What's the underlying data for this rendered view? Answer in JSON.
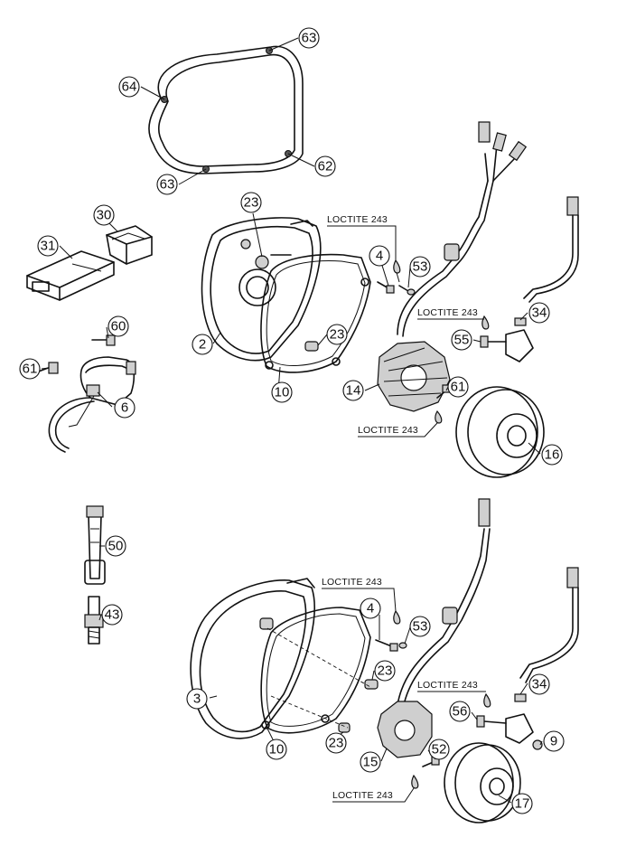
{
  "callouts": {
    "c63a": "63",
    "c64": "64",
    "c62": "62",
    "c63b": "63",
    "c30": "30",
    "c31": "31",
    "c23a": "23",
    "c2": "2",
    "c4a": "4",
    "c53a": "53",
    "c23b": "23",
    "c10a": "10",
    "c14": "14",
    "c61a": "61",
    "c16": "16",
    "c34a": "34",
    "c55": "55",
    "c60": "60",
    "c61b": "61",
    "c6": "6",
    "c50": "50",
    "c43": "43",
    "c4b": "4",
    "c53b": "53",
    "c23c": "23",
    "c3": "3",
    "c23d": "23",
    "c10b": "10",
    "c15": "15",
    "c52": "52",
    "c17": "17",
    "c34b": "34",
    "c56": "56",
    "c9": "9"
  },
  "loctite": {
    "l1": "LOCTITE 243",
    "l2": "LOCTITE 243",
    "l3": "LOCTITE 243",
    "l4": "LOCTITE 243",
    "l5": "LOCTITE 243",
    "l6": "LOCTITE 243"
  }
}
